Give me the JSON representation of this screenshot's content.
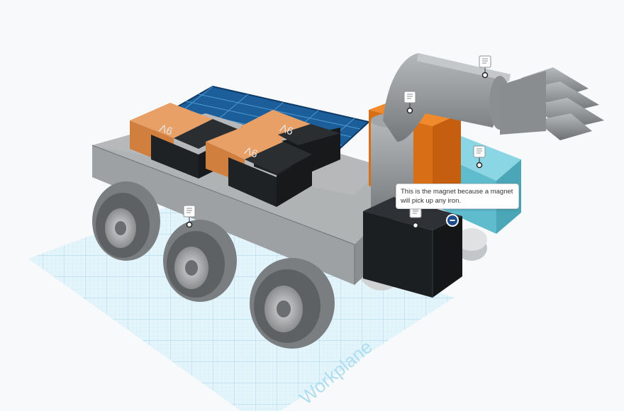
{
  "workplane": {
    "label": "Workplane"
  },
  "batteries": [
    {
      "label": "9V"
    },
    {
      "label": "9V"
    },
    {
      "label": "9V"
    }
  ],
  "tooltip": {
    "text": "This is the magnet because a magnet will pick up any iron."
  },
  "note_pins": [
    {
      "name": "note-pin-arm-upper"
    },
    {
      "name": "note-pin-arm-joint"
    },
    {
      "name": "note-pin-cyan-box"
    },
    {
      "name": "note-pin-magnet"
    },
    {
      "name": "note-pin-chassis"
    }
  ],
  "icons": {
    "note": "note-icon",
    "collapse": "minus-circle-icon"
  },
  "colors": {
    "background": "#f8f9fa",
    "grid": "#bfe3f3",
    "chassis": "#a6a9ac",
    "battery_body": "#232628",
    "battery_cap": "#d68a4a",
    "solar": "#1c6fb0",
    "arm": "#8e9194",
    "orange_block": "#e07a22",
    "cyan_box": "#6fc3d3",
    "magnet": "#1d2022",
    "tire": "#6b6e70",
    "accent_pin": "#1e4d8c"
  }
}
